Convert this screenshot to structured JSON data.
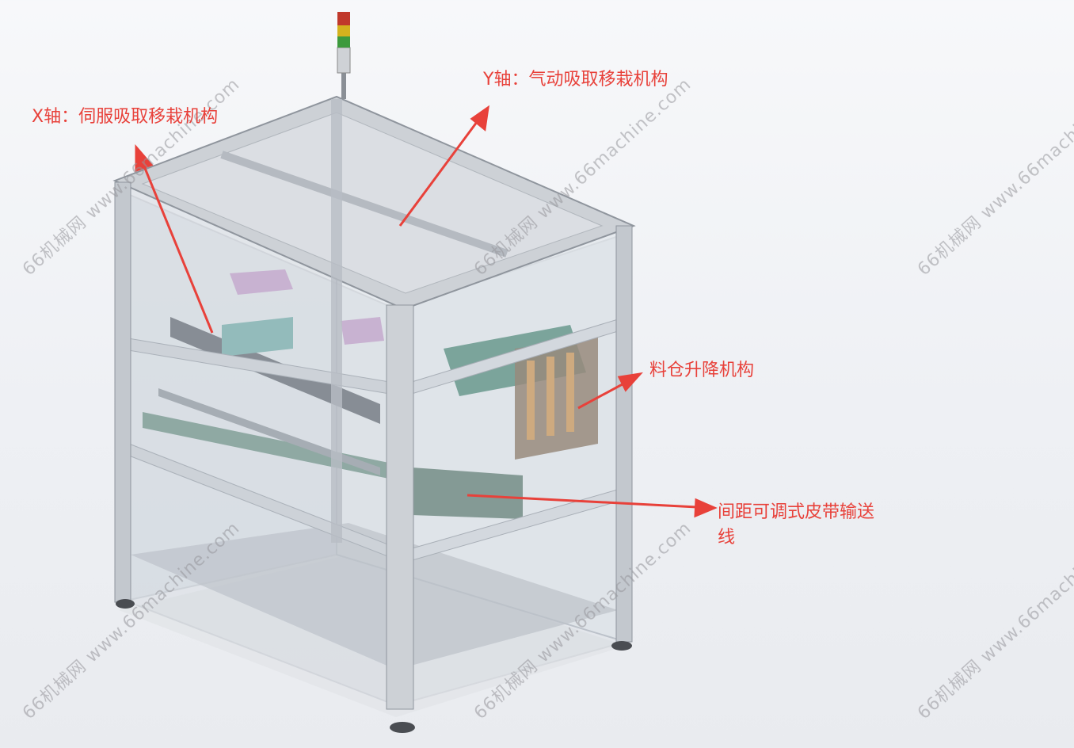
{
  "labels": {
    "x_axis": "X轴：伺服吸取移栽机构",
    "y_axis": "Y轴：气动吸取移栽机构",
    "magazine": "料仓升降机构",
    "conveyor_line1": "间距可调式皮带输送",
    "conveyor_line2": "线"
  },
  "watermarks": [
    "66机械网 www.66machine.com"
  ],
  "colors": {
    "annotation": "#e8413a",
    "frame": "#c9cdd3",
    "glass": "#cfd6dd",
    "tower_red": "#c0392b",
    "tower_yellow": "#d4b21e",
    "tower_green": "#3d9a3d"
  }
}
